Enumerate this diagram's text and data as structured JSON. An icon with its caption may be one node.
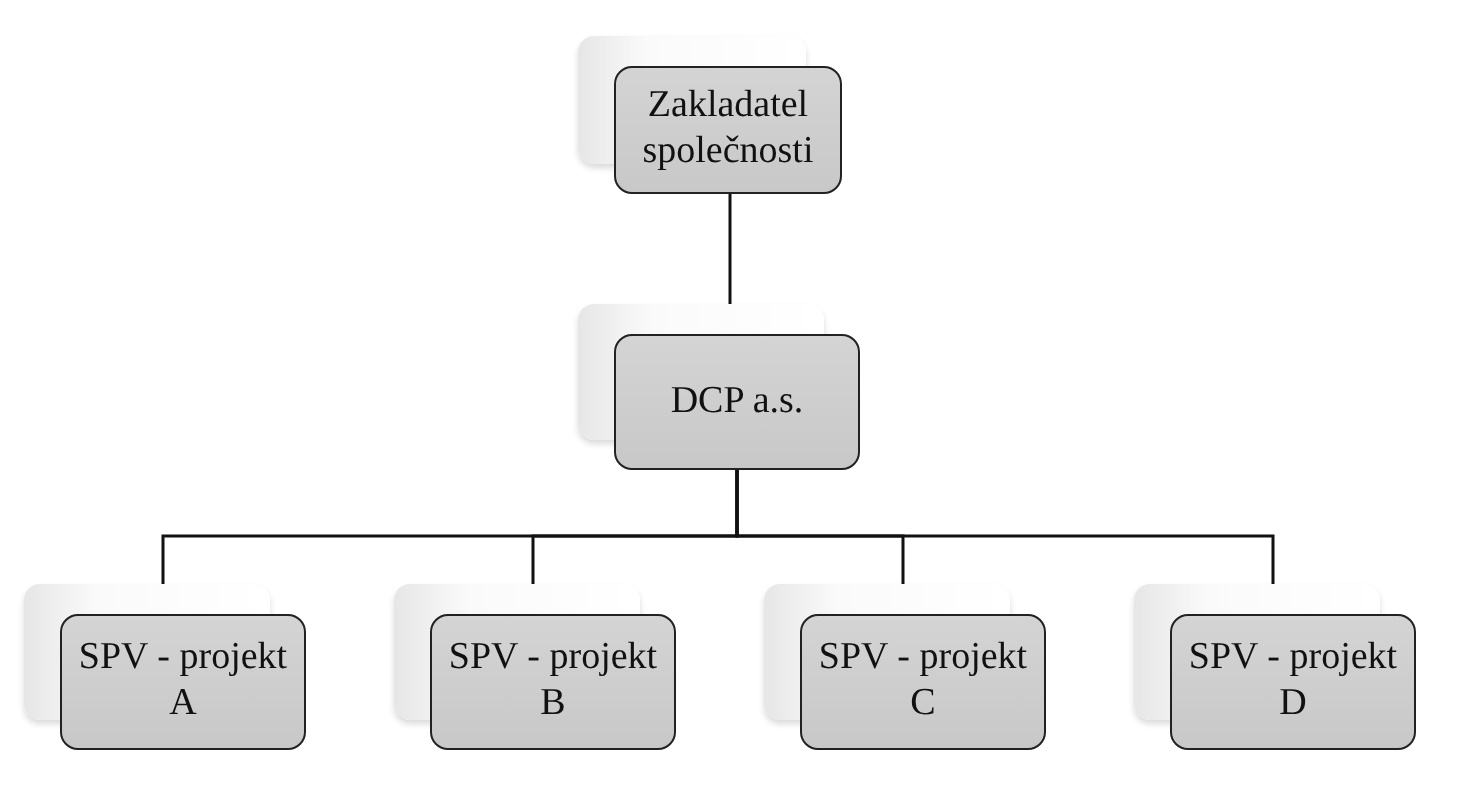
{
  "diagram": {
    "nodes": [
      {
        "text": [
          "Zakladatel společnosti"
        ]
      },
      {
        "text": [
          "DCP a.s."
        ]
      },
      {
        "text": [
          "SPV - projekt A"
        ]
      },
      {
        "text": [
          "SPV - projekt B"
        ]
      },
      {
        "text": [
          "SPV - projekt C"
        ]
      },
      {
        "text": [
          "SPV - projekt D"
        ]
      }
    ],
    "edges": [
      {
        "from": 0,
        "to": 1,
        "arrow": "none"
      },
      {
        "from": 1,
        "to": 2,
        "arrow": "none"
      },
      {
        "from": 1,
        "to": 3,
        "arrow": "none"
      },
      {
        "from": 1,
        "to": 4,
        "arrow": "none"
      },
      {
        "from": 1,
        "to": 5,
        "arrow": "none"
      }
    ]
  }
}
